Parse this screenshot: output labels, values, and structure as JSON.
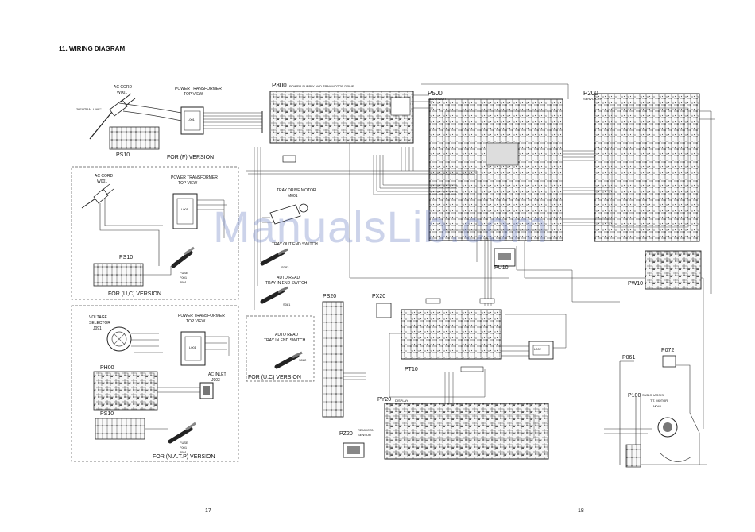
{
  "title": "11. WIRING DIAGRAM",
  "watermark": "ManualsLib.com",
  "pages": {
    "left": "17",
    "right": "18"
  },
  "version_boxes": {
    "f": "FOR (F) VERSION",
    "uc_left": "FOR (U,C) VERSION",
    "natp": "FOR (N.A.T.P) VERSION",
    "uc_right": "FOR (U.C) VERSION"
  },
  "boards": {
    "p800": "P800",
    "p800_desc": "POWER SUPPLY AND TRAY MOTOR DRIVE",
    "p500": "P500",
    "p500_desc": "DECORDER",
    "p200": "P200",
    "p200_desc": "SERVO CKT",
    "pu10": "PU10",
    "pw10": "PW10",
    "ps20": "PS20",
    "px20": "PX20",
    "pt10": "PT10",
    "py20": "PY20",
    "py20_desc": "DISPLAY",
    "pz20": "PZ20",
    "pz20_desc1": "REMOCON",
    "pz20_desc2": "SENSOR",
    "p061": "P061",
    "p072": "P072",
    "p100": "P100",
    "p100_desc1": "SUB CHASSIS",
    "p100_desc2": "T.T. MOTOR",
    "p100_desc3": "M040",
    "ps10_1": "PS10",
    "ps10_2": "PS10",
    "ps10_3": "PS10",
    "ph00": "PH00"
  },
  "labels": {
    "ac_cord_1": "AC CORD",
    "w001_1": "W001",
    "neutral_line": "\"NEUTRAL LINE\"",
    "pt_1a": "POWER TRANSFORMER",
    "pt_1b": "TOP VIEW",
    "l001_1": "L001",
    "ac_cord_2": "AC CORD",
    "w001_2": "W001",
    "pt_2a": "POWER TRANSFORMER",
    "pt_2b": "TOP VIEW",
    "l001_2": "L001",
    "fuse_2": "FUSE",
    "fuse_2b": "F001",
    "fuse_2c": "J001",
    "voltage_selector": "VOLTAGE",
    "voltage_selector_b": "SELECTOR",
    "voltage_selector_c": "J091",
    "pt_3a": "POWER TRANSFORMER",
    "pt_3b": "TOP VIEW",
    "l001_3": "L001",
    "ac_inlet": "AC INLET",
    "ac_inlet_b": "J903",
    "fuse_3": "FUSE",
    "fuse_3b": "F001",
    "fuse_3c": "J001",
    "tray_motor": "TRAY DRIVE MOTOR",
    "tray_motor_b": "M001",
    "tray_out": "TRAY OUT END SWITCH",
    "s083": "S083",
    "auto_read_1": "AUTO READ",
    "auto_read_1b": "TRAY IN END SWITCH",
    "s081": "S081",
    "auto_read_2": "AUTO READ",
    "auto_read_2b": "TRAY IN END SWITCH",
    "s082": "S082",
    "l002": "L002"
  }
}
